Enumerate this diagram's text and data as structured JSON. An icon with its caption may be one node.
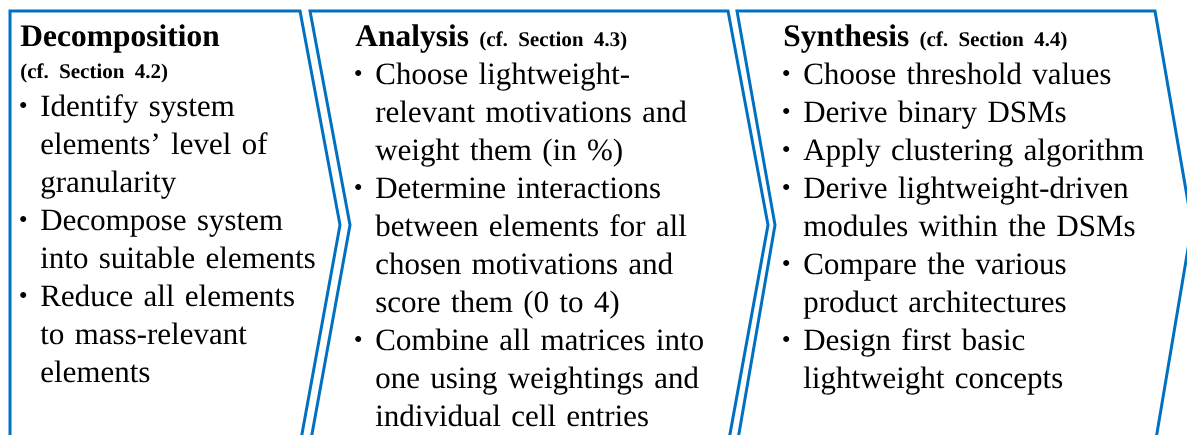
{
  "diagram": {
    "nodes": [
      {
        "text": [
          "Decomposition",
          "(cf. Section 4.2)",
          "Identify system elements’ level of granularity",
          "Decompose system into suitable elements",
          "Reduce all elements to mass-relevant elements"
        ]
      },
      {
        "text": [
          "Analysis",
          "(cf. Section 4.3)",
          "Choose lightweight-relevant motivations and weight them (in %)",
          "Determine interactions between elements for all chosen motivations and score them (0 to 4)",
          "Combine all matrices into one using weightings and individual cell entries"
        ]
      },
      {
        "text": [
          "Synthesis",
          "(cf. Section 4.4)",
          "Choose threshold values",
          "Derive binary DSMs",
          "Apply clustering algorithm",
          "Derive lightweight-driven modules within the DSMs",
          "Compare the various product architectures",
          "Design first basic lightweight concepts"
        ]
      }
    ]
  }
}
